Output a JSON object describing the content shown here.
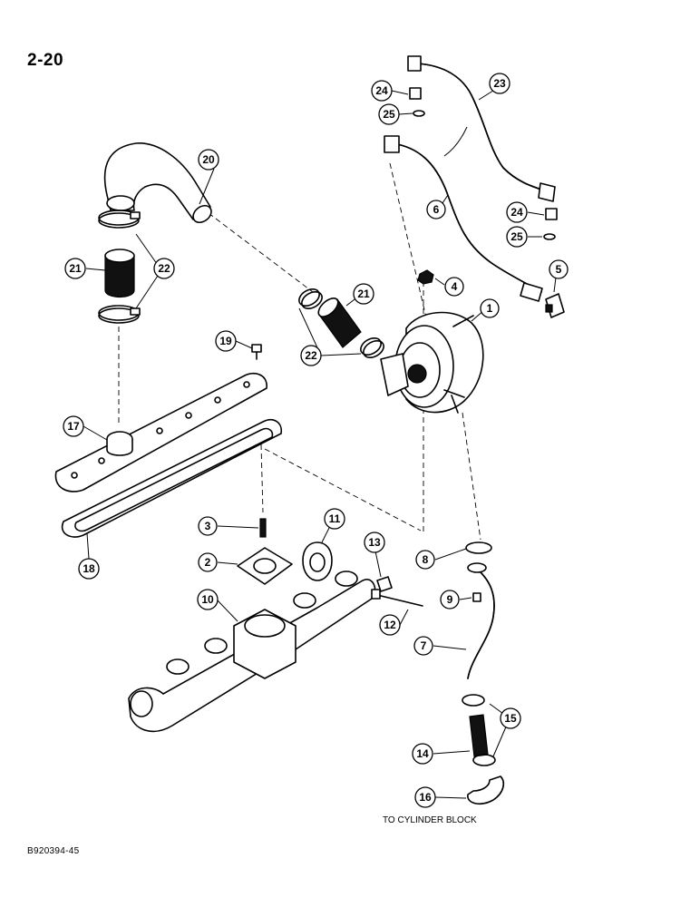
{
  "page": {
    "number": "2-20",
    "reference": "B920394-45"
  },
  "notes": {
    "to_cylinder_block": "TO CYLINDER BLOCK"
  },
  "callouts": [
    {
      "id": "1",
      "label": "1"
    },
    {
      "id": "2",
      "label": "2"
    },
    {
      "id": "3",
      "label": "3"
    },
    {
      "id": "4",
      "label": "4"
    },
    {
      "id": "5",
      "label": "5"
    },
    {
      "id": "6",
      "label": "6"
    },
    {
      "id": "7",
      "label": "7"
    },
    {
      "id": "8",
      "label": "8"
    },
    {
      "id": "9",
      "label": "9"
    },
    {
      "id": "10",
      "label": "10"
    },
    {
      "id": "11",
      "label": "11"
    },
    {
      "id": "12",
      "label": "12"
    },
    {
      "id": "13",
      "label": "13"
    },
    {
      "id": "14",
      "label": "14"
    },
    {
      "id": "15",
      "label": "15"
    },
    {
      "id": "16",
      "label": "16"
    },
    {
      "id": "17",
      "label": "17"
    },
    {
      "id": "18",
      "label": "18"
    },
    {
      "id": "19",
      "label": "19"
    },
    {
      "id": "20",
      "label": "20"
    },
    {
      "id": "21a",
      "label": "21"
    },
    {
      "id": "21b",
      "label": "21"
    },
    {
      "id": "22a",
      "label": "22"
    },
    {
      "id": "22b",
      "label": "22"
    },
    {
      "id": "23",
      "label": "23"
    },
    {
      "id": "24a",
      "label": "24"
    },
    {
      "id": "24b",
      "label": "24"
    },
    {
      "id": "25a",
      "label": "25"
    },
    {
      "id": "25b",
      "label": "25"
    }
  ]
}
